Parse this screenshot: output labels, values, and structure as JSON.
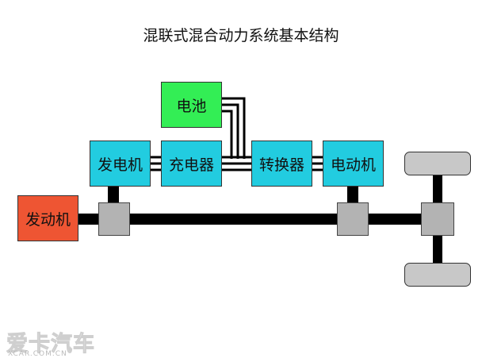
{
  "title": "混联式混合动力系统基本结构",
  "components": {
    "battery": "电池",
    "generator": "发电机",
    "charger": "充电器",
    "converter": "转换器",
    "motor": "电动机",
    "engine": "发动机"
  },
  "colors": {
    "battery": "#33ee55",
    "cyan_box": "#22cce0",
    "engine": "#ee5533",
    "gray_block": "#b3b3b3",
    "shaft": "#000000"
  },
  "watermark": {
    "main": "爱卡汽车",
    "sub": "XCAR.COM.CN"
  }
}
